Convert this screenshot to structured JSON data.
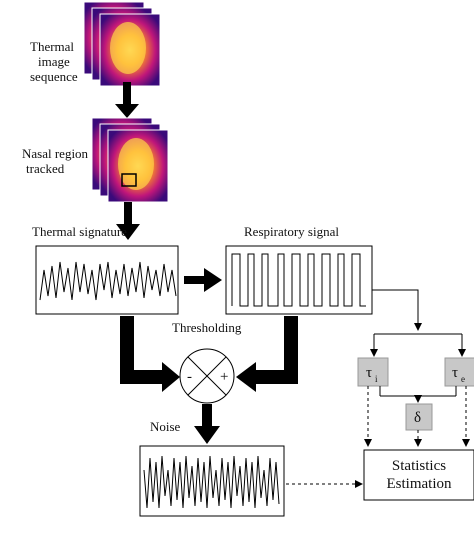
{
  "labels": {
    "thermal_image_sequence": [
      "Thermal",
      "image",
      "sequence"
    ],
    "nasal_region_tracked": [
      "Nasal region",
      "tracked"
    ],
    "thermal_signature": "Thermal signature",
    "respiratory_signal": "Respiratory signal",
    "thresholding": "Thresholding",
    "noise": "Noise",
    "minus": "-",
    "plus": "+",
    "tau_i": "τ",
    "tau_i_sub": "i",
    "tau_e": "τ",
    "tau_e_sub": "e",
    "delta": "δ",
    "statistics": [
      "Statistics",
      "Estimation"
    ]
  },
  "colors": {
    "thermal_outer": "#3a0a7a",
    "thermal_mid": "#c0167a",
    "thermal_hot": "#ff9a1e",
    "thermal_core": "#ffe46a",
    "param_box": "#c8c8c8",
    "arrow": "#000000"
  }
}
